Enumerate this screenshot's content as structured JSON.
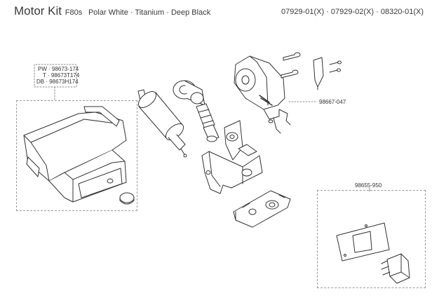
{
  "header": {
    "title_main": "Motor Kit",
    "title_model": "F80s",
    "title_variants": "Polar White · Titanium · Deep Black",
    "codes": "07929-01(X) · 07929-02(X) · 08320-01(X)"
  },
  "parts": {
    "cover_codes": [
      "PW · 98673-174",
      "T · 98673T174",
      "DB · 98673H174"
    ],
    "gearbox_code": "98667-047",
    "switch_code": "98655-950"
  },
  "colors": {
    "line": "#333333",
    "dash": "#9a9a9a",
    "text": "#3a3a3a"
  }
}
